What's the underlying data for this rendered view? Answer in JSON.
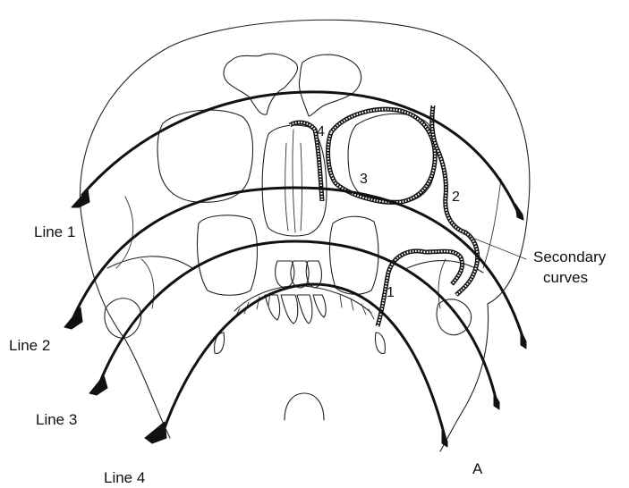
{
  "labels": {
    "line1": "Line 1",
    "line2": "Line 2",
    "line3": "Line 3",
    "line4": "Line 4",
    "secondary_line1": "Secondary",
    "secondary_line2": "curves",
    "letter_a": "A"
  },
  "curve_numbers": [
    "1",
    "2",
    "3",
    "4"
  ]
}
